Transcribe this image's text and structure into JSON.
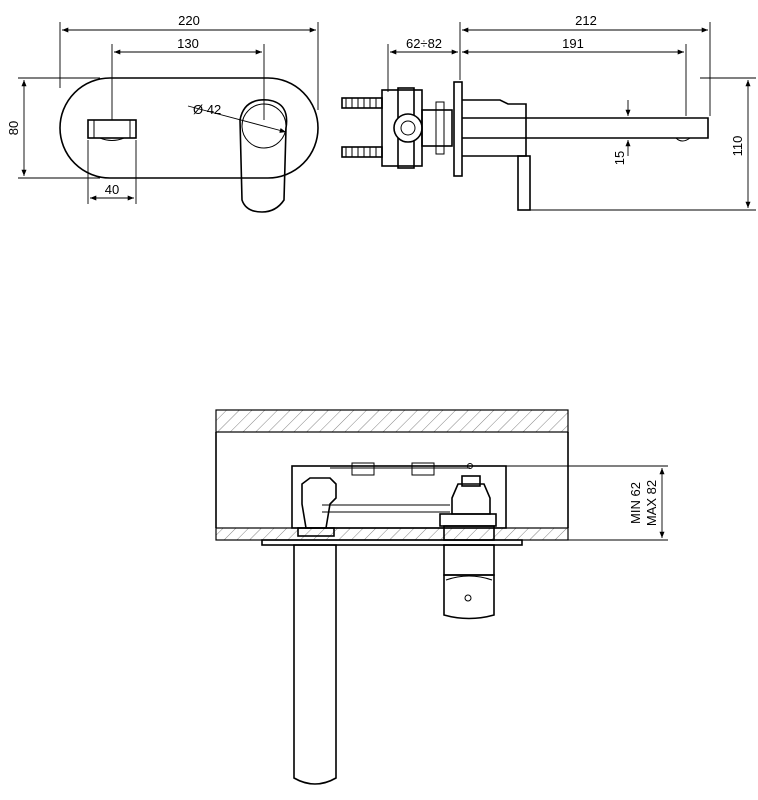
{
  "dimensions": {
    "front_width": "220",
    "spout_to_handle": "130",
    "handle_diameter": "Ø 42",
    "plate_height": "80",
    "spout_offset": "40",
    "total_depth": "212",
    "box_depth_range": "62÷82",
    "spout_projection": "191",
    "spout_thickness": "15",
    "overall_height": "110",
    "install_min": "MIN 62",
    "install_max": "MAX 82"
  }
}
